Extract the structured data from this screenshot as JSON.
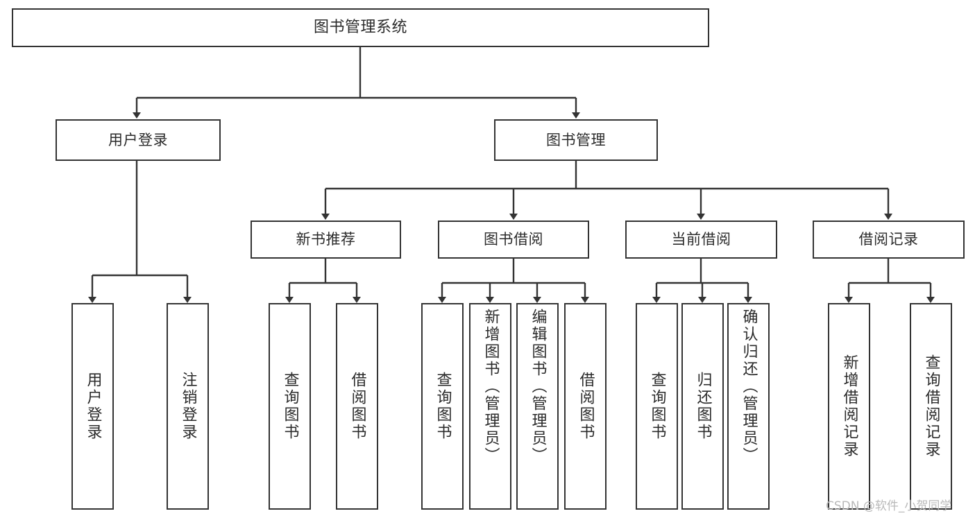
{
  "diagram": {
    "title": "图书管理系统",
    "type": "tree-hierarchy",
    "style": {
      "background": "#ffffff",
      "box_border": "#333333",
      "box_fill": "#ffffff",
      "text_color": "#2b2b2b",
      "edge_color": "#333333",
      "watermark_color": "#b9b9b9"
    },
    "watermark": "CSDN @软件_小贺同学",
    "levels": {
      "root": {
        "label": "图书管理系统"
      },
      "level1": [
        {
          "label": "用户登录"
        },
        {
          "label": "图书管理"
        }
      ],
      "level2": [
        {
          "label": "新书推荐"
        },
        {
          "label": "图书借阅"
        },
        {
          "label": "当前借阅"
        },
        {
          "label": "借阅记录"
        }
      ],
      "leaves": {
        "user_login": [
          {
            "label": "用户登录"
          },
          {
            "label": "注销登录"
          }
        ],
        "new_book_recommend": [
          {
            "label": "查询图书"
          },
          {
            "label": "借阅图书"
          }
        ],
        "book_borrow": [
          {
            "label": "查询图书"
          },
          {
            "label": "新增图书（管理员）"
          },
          {
            "label": "编辑图书（管理员）"
          },
          {
            "label": "借阅图书"
          }
        ],
        "current_borrow": [
          {
            "label": "查询图书"
          },
          {
            "label": "归还图书"
          },
          {
            "label": "确认归还（管理员）"
          }
        ],
        "borrow_record": [
          {
            "label": "新增借阅记录"
          },
          {
            "label": "查询借阅记录"
          }
        ]
      }
    }
  }
}
